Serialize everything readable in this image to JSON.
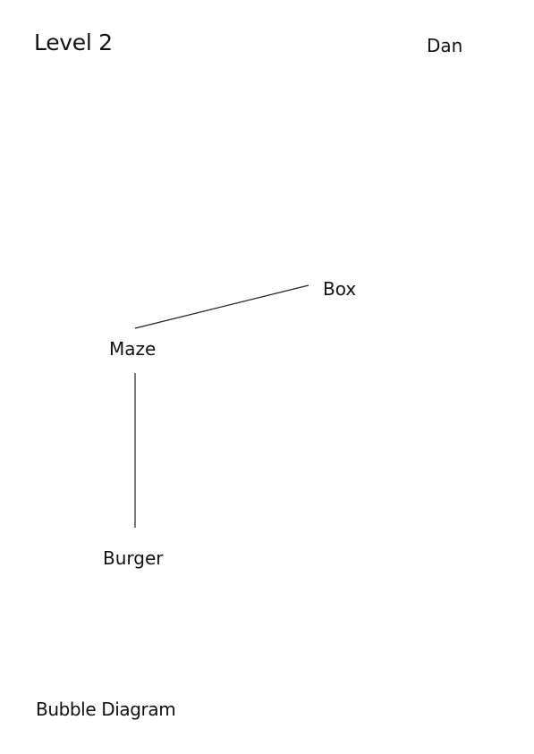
{
  "header": {
    "level": "Level 2",
    "author": "Dan"
  },
  "diagram": {
    "nodes": [
      {
        "id": "box",
        "label": "Box"
      },
      {
        "id": "maze",
        "label": "Maze"
      },
      {
        "id": "burger",
        "label": "Burger"
      }
    ],
    "edges": [
      {
        "from": "maze",
        "to": "box"
      },
      {
        "from": "maze",
        "to": "burger"
      }
    ]
  },
  "footer": {
    "caption": "Bubble Diagram"
  }
}
